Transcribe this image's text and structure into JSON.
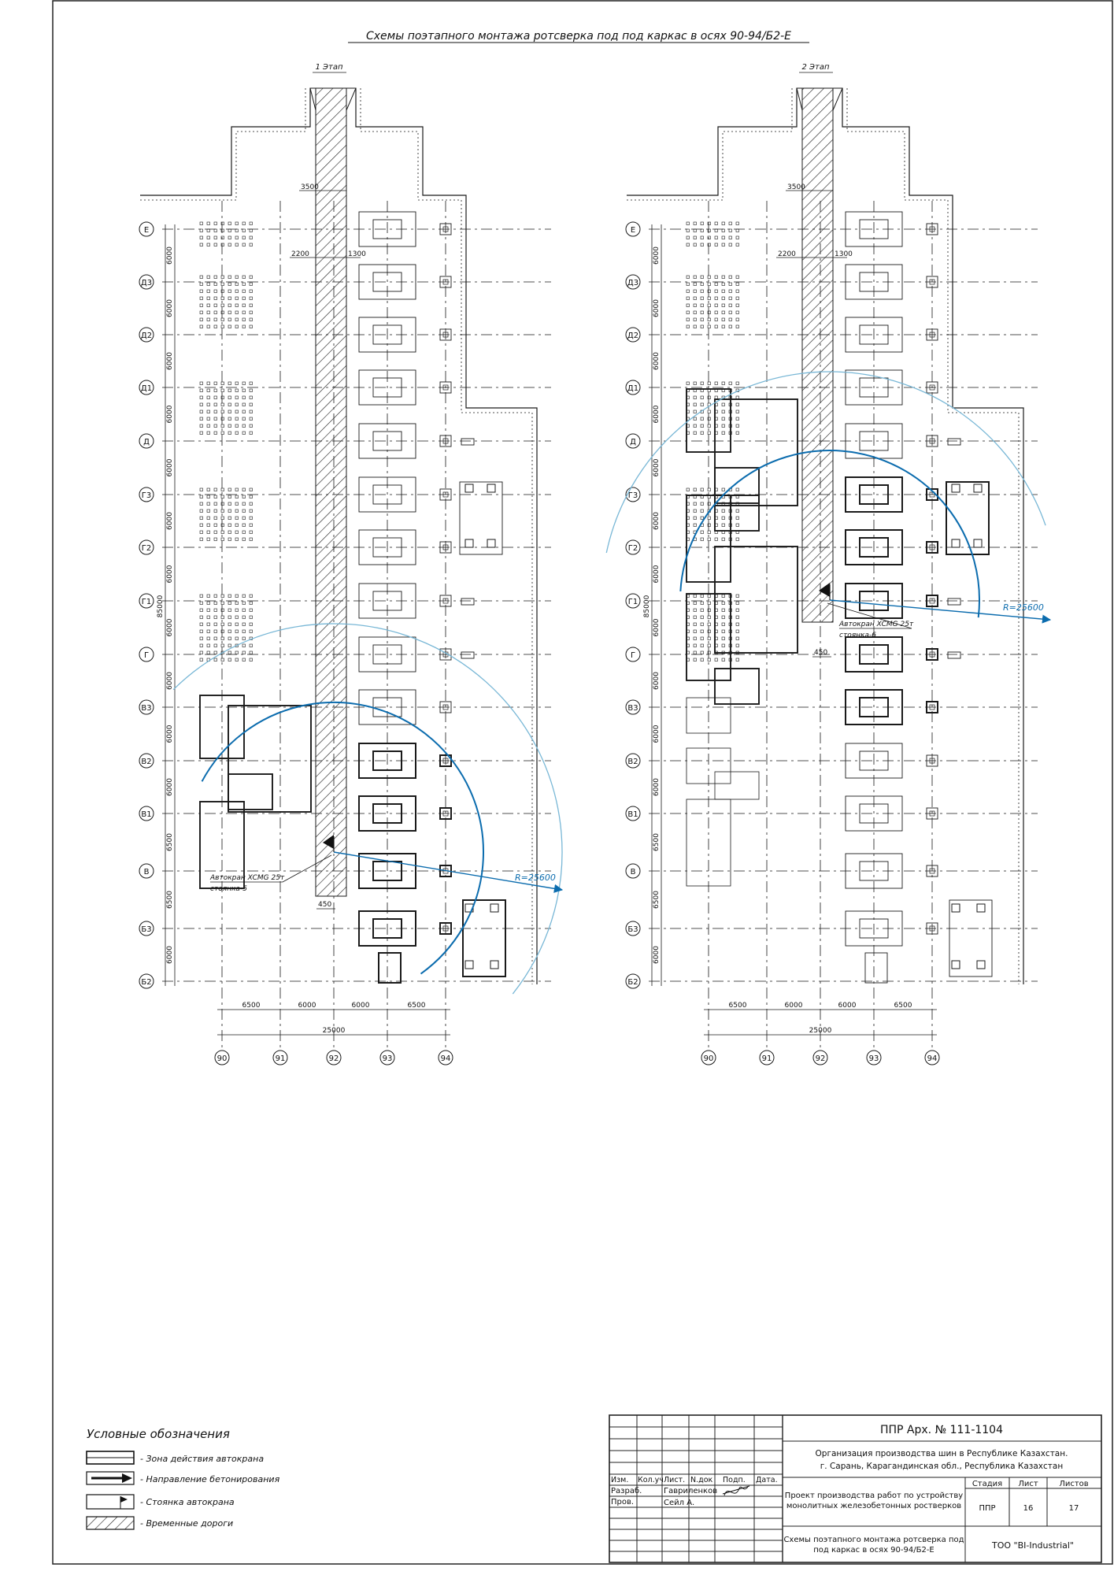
{
  "title": "Схемы поэтапного монтажа ротсверка под под каркас в осях 90-94/Б2-Е",
  "stages": [
    {
      "label": "1 Этап",
      "crane_label": "Автокран XCMG 25т",
      "stand_label": "стоянка-5",
      "radius_label": "R=25600",
      "dim_450": "450"
    },
    {
      "label": "2 Этап",
      "crane_label": "Автокран XCMG 25т",
      "stand_label": "стоянка-6",
      "radius_label": "R=25600",
      "dim_450": "450"
    }
  ],
  "row_axes": [
    "Е",
    "Д3",
    "Д2",
    "Д1",
    "Д",
    "Г3",
    "Г2",
    "Г1",
    "Г",
    "В3",
    "В2",
    "В1",
    "В",
    "Б3",
    "Б2"
  ],
  "row_spacings": [
    "6000",
    "6000",
    "6000",
    "6000",
    "6000",
    "6000",
    "6000",
    "6000",
    "6000",
    "6000",
    "6000",
    "6500",
    "6500",
    "6000"
  ],
  "total_rows_dim": "85000",
  "col_axes": [
    "90",
    "91",
    "92",
    "93",
    "94"
  ],
  "col_spacings": [
    "6500",
    "6000",
    "6000",
    "6500"
  ],
  "total_cols_dim": "25000",
  "road_dims": {
    "top": "3500",
    "left": "2200",
    "right": "1300"
  },
  "legend": {
    "title": "Условные обозначения",
    "items": [
      "- Зона действия автокрана",
      "- Направление бетонирования",
      "- Стоянка автокрана",
      "- Временные дороги"
    ]
  },
  "stamp": {
    "doc_code": "ППР Арх. № 111-1104",
    "org_line1": "Организация производства шин в Республике Казахстан.",
    "org_line2": "г. Сарань, Карагандинская обл., Республика Казахстан",
    "headers": [
      "Изм.",
      "Кол.уч",
      "Лист.",
      "N.док",
      "Подп.",
      "Дата."
    ],
    "role1": "Разраб.",
    "name1": "Гавриленков",
    "role2": "Пров.",
    "name2": "Сейл А.",
    "project_line1": "Проект производства работ по устройству",
    "project_line2": "монолитных железобетонных ростверков",
    "stage_h": "Стадия",
    "sheet_h": "Лист",
    "sheets_h": "Листов",
    "stage_v": "ППР",
    "sheet_v": "16",
    "sheets_v": "17",
    "desc_line1": "Схемы поэтапного монтажа ротсверка под",
    "desc_line2": "под каркас в осях 90-94/Б2-Е",
    "company": "ТОО \"BI-Industrial\""
  },
  "colors": {
    "line": "#1a1a1a",
    "zone_outer": "#78b7d6",
    "zone_inner": "#0b6cae",
    "radius_text": "#0b6cae"
  }
}
